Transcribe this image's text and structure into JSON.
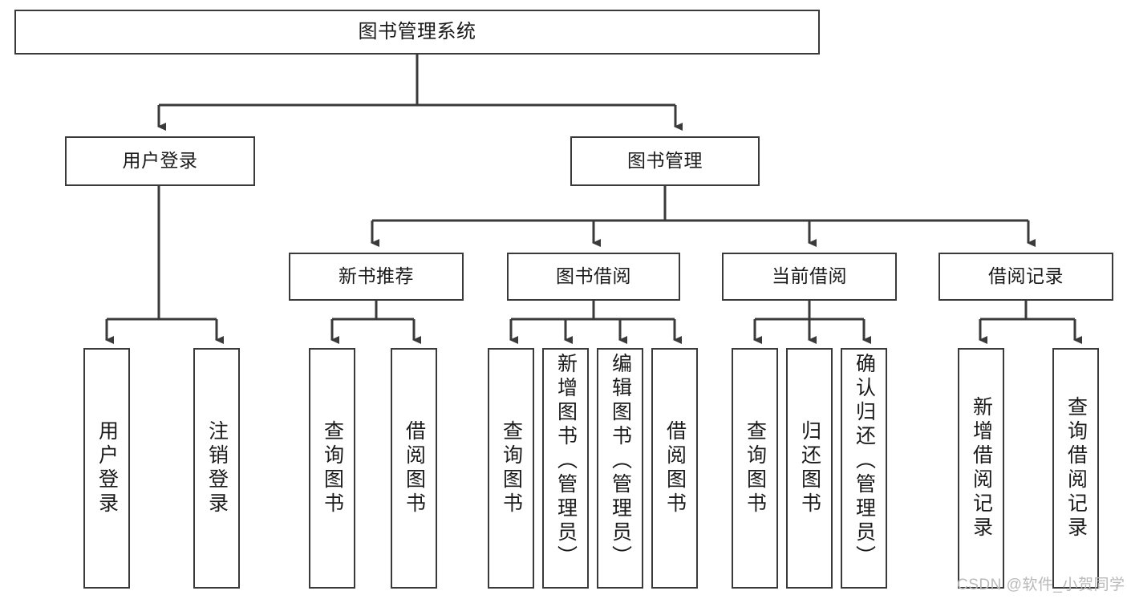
{
  "diagram": {
    "type": "hierarchy-tree",
    "title": "图书管理系统",
    "levels": 4,
    "root": {
      "label": "图书管理系统"
    },
    "level2": [
      {
        "label": "用户登录"
      },
      {
        "label": "图书管理"
      }
    ],
    "level3": [
      {
        "label": "新书推荐"
      },
      {
        "label": "图书借阅"
      },
      {
        "label": "当前借阅"
      },
      {
        "label": "借阅记录"
      }
    ],
    "leaves": {
      "user_login": [
        {
          "label": "用户登录"
        },
        {
          "label": "注销登录"
        }
      ],
      "new_book_recommend": [
        {
          "label": "查询图书"
        },
        {
          "label": "借阅图书"
        }
      ],
      "book_borrow": [
        {
          "label": "查询图书"
        },
        {
          "label": "新增图书（管理员）"
        },
        {
          "label": "编辑图书（管理员）"
        },
        {
          "label": "借阅图书"
        }
      ],
      "current_borrow": [
        {
          "label": "查询图书"
        },
        {
          "label": "归还图书"
        },
        {
          "label": "确认归还（管理员）"
        }
      ],
      "borrow_record": [
        {
          "label": "新增借阅记录"
        },
        {
          "label": "查询借阅记录"
        }
      ]
    }
  },
  "watermark": {
    "text": "CSDN @软件_小贺同学"
  },
  "colors": {
    "stroke": "#3a3a3a",
    "background": "#ffffff",
    "text": "#1a1a1a",
    "watermark": "#b9b9b9"
  }
}
